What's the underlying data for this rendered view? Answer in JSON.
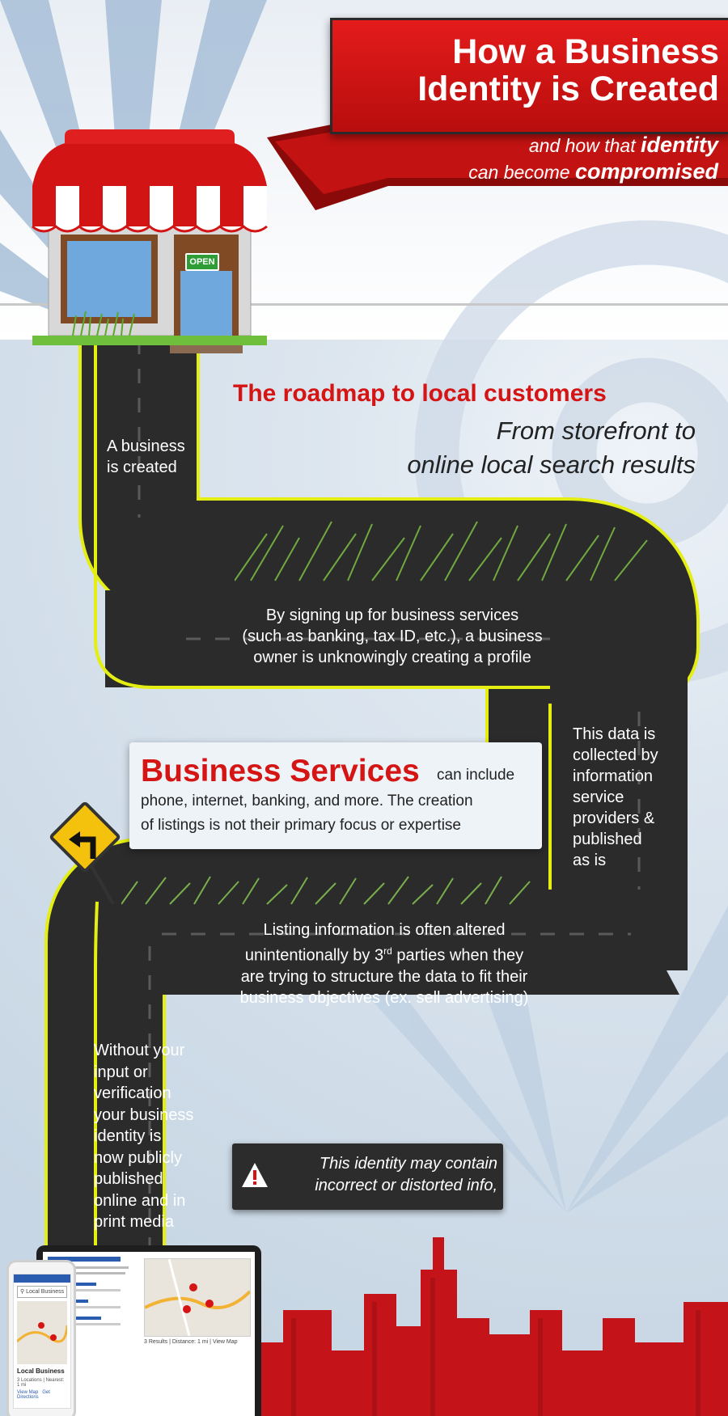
{
  "header": {
    "title_line1": "How a Business",
    "title_line2": "Identity is Created",
    "subtitle_part1": "and how that ",
    "subtitle_bold1": "identity",
    "subtitle_part2": "can become ",
    "subtitle_bold2": "compromised"
  },
  "store": {
    "open_sign": "OPEN"
  },
  "roadmap": {
    "heading": "The roadmap to local customers",
    "subheading_line1": "From storefront to",
    "subheading_line2": "online local search results"
  },
  "steps": {
    "step1_line1": "A business",
    "step1_line2": "is created",
    "step2_line1": "By signing up for business services",
    "step2_line2": "(such as banking, tax ID, etc.), a business",
    "step2_line3": "owner is unknowingly creating a profile",
    "step3_lines": [
      "This data is",
      "collected by",
      "information",
      "service",
      "providers &",
      "published",
      "as is"
    ],
    "step4_line1": "Listing information is often altered",
    "step4_line2a": "unintentionally by 3",
    "step4_line2sup": "rd",
    "step4_line2b": " parties when they",
    "step4_line3": "are trying to structure the data to fit their",
    "step4_line4": "business objectives (ex. sell advertising)",
    "step5_lines": [
      "Without your",
      "input or",
      "verification",
      "your business",
      "identity is",
      "now publicly",
      "published",
      "online and in",
      "print media"
    ]
  },
  "business_services": {
    "title": "Business Services",
    "inline": "can include",
    "body_line1": "phone, internet, banking, and more. The creation",
    "body_line2": "of listings is not their primary focus or expertise"
  },
  "warning": {
    "line1": "This identity may contain",
    "line2": "incorrect or distorted info,"
  },
  "phone": {
    "search": "Local Business",
    "result_title": "Local Business",
    "result_sub": "3 Locations | Nearest: 1 mi",
    "link1": "View Map",
    "link2": "Get Directions"
  },
  "laptop": {
    "results_footer": "3 Results | Distance: 1 mi | View Map"
  },
  "colors": {
    "title_red": "#d51414",
    "road": "#2b2b2b",
    "road_edge": "#e4ee12",
    "skyline_red": "#c4141a"
  }
}
